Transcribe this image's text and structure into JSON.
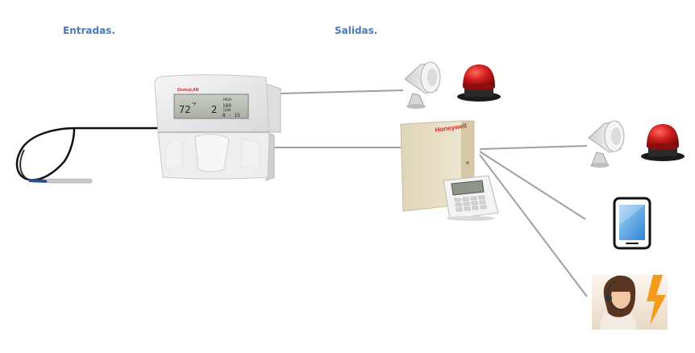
{
  "labels": {
    "inputs": "Entradas.",
    "outputs": "Salidas."
  },
  "devices": {
    "datalogger": {
      "brand": "DeviceLAN",
      "display": {
        "temp": "72",
        "unit": "°F",
        "mid": "2",
        "high_label": "HIGH",
        "high_val": "160",
        "low_label": "LOW",
        "low_val": "8 - 15"
      }
    },
    "panel": {
      "brand": "Honeywell"
    },
    "icons": [
      "temperature-probe-icon",
      "siren-icon",
      "strobe-light-icon",
      "alarm-panel-icon",
      "keypad-icon",
      "tablet-icon",
      "call-center-agent-icon"
    ]
  },
  "colors": {
    "label": "#4a7ab7",
    "line": "#a0a0a0",
    "strobe": "#c41a1a",
    "brand": "#d22a2a",
    "panel": "#ece3cc",
    "lightning": "#f39b1b"
  }
}
